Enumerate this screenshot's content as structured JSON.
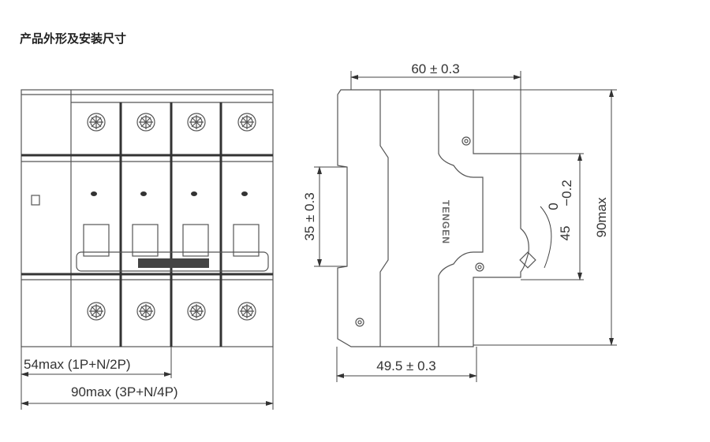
{
  "header": {
    "title": "产品外形及安装尺寸"
  },
  "front_view": {
    "dim_1p": "54max (1P+N/2P)",
    "dim_4p": "90max (3P+N/4P)"
  },
  "side_view": {
    "brand": "TENGEN",
    "dim_depth": "60 ± 0.3",
    "dim_rail": "35 ± 0.3",
    "dim_height": "90max",
    "dim_front": "45",
    "dim_front_tol_upper": "0",
    "dim_front_tol_lower": "−0.2",
    "dim_base": "49.5 ± 0.3"
  }
}
